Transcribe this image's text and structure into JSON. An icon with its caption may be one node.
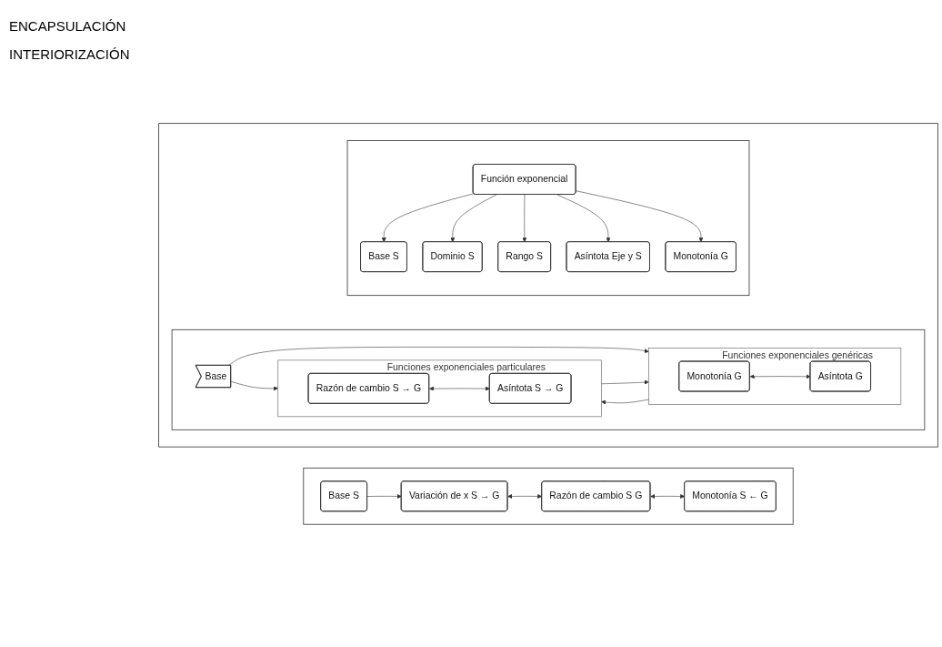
{
  "diagram": {
    "nodes": [
      {
        "text": [],
        "shape": "box"
      },
      {
        "text": [],
        "shape": "box",
        "in": 0
      },
      {
        "text": [
          "Función exponencial"
        ],
        "in": 1
      },
      {
        "text": [
          "Base S"
        ],
        "in": 1
      },
      {
        "text": [
          "Dominio S"
        ],
        "in": 1
      },
      {
        "text": [
          "Rango S"
        ],
        "in": 1
      },
      {
        "text": [
          "Asíntota Eje y S"
        ],
        "in": 1
      },
      {
        "text": [
          "Monotonía G"
        ],
        "in": 1
      },
      {
        "text": [],
        "shape": "box",
        "in": 0
      },
      {
        "text": [
          "Base"
        ],
        "in": 8
      },
      {
        "text": [
          "Funciones exponenciales genéricas"
        ],
        "in": 8
      },
      {
        "text": [
          "Monotonía G"
        ],
        "in": 10
      },
      {
        "text": [
          "Asíntota G"
        ],
        "in": 10
      },
      {
        "text": [
          "Funciones exponenciales particulares"
        ],
        "in": 8
      },
      {
        "text": [
          "Razón de cambio S → G"
        ],
        "in": 13
      },
      {
        "text": [
          "Asíntota S → G"
        ],
        "in": 13
      },
      {
        "text": [],
        "shape": "box"
      },
      {
        "text": [
          "Base S"
        ],
        "in": 16
      },
      {
        "text": [
          "Variación de x S → G"
        ],
        "in": 16
      },
      {
        "text": [
          "Razón de cambio S G"
        ],
        "in": 16
      },
      {
        "text": [
          "Monotonía S ← G"
        ],
        "in": 16
      }
    ],
    "edges": [
      {
        "from": 2,
        "to": 3,
        "arrow": "to"
      },
      {
        "from": 2,
        "to": 4,
        "arrow": "to"
      },
      {
        "from": 2,
        "to": 5,
        "arrow": "to"
      },
      {
        "from": 2,
        "to": 6,
        "arrow": "to"
      },
      {
        "from": 2,
        "to": 7,
        "arrow": "to"
      },
      {
        "from": 9,
        "to": 10,
        "arrow": "to"
      },
      {
        "from": 9,
        "to": 13,
        "arrow": "to"
      },
      {
        "from": 11,
        "to": 12,
        "arrow": "both"
      },
      {
        "from": 10,
        "to": 13,
        "arrow": "to"
      },
      {
        "from": 13,
        "to": 10,
        "arrow": "to"
      },
      {
        "from": 14,
        "to": 15,
        "arrow": "both"
      },
      {
        "from": 17,
        "to": 18,
        "arrow": "to"
      },
      {
        "from": 18,
        "to": 19,
        "arrow": "both"
      },
      {
        "from": 19,
        "to": 20,
        "arrow": "both"
      }
    ],
    "labels": [
      "ENCAPSULACIÓN",
      "INTERIORIZACIÓN"
    ]
  }
}
